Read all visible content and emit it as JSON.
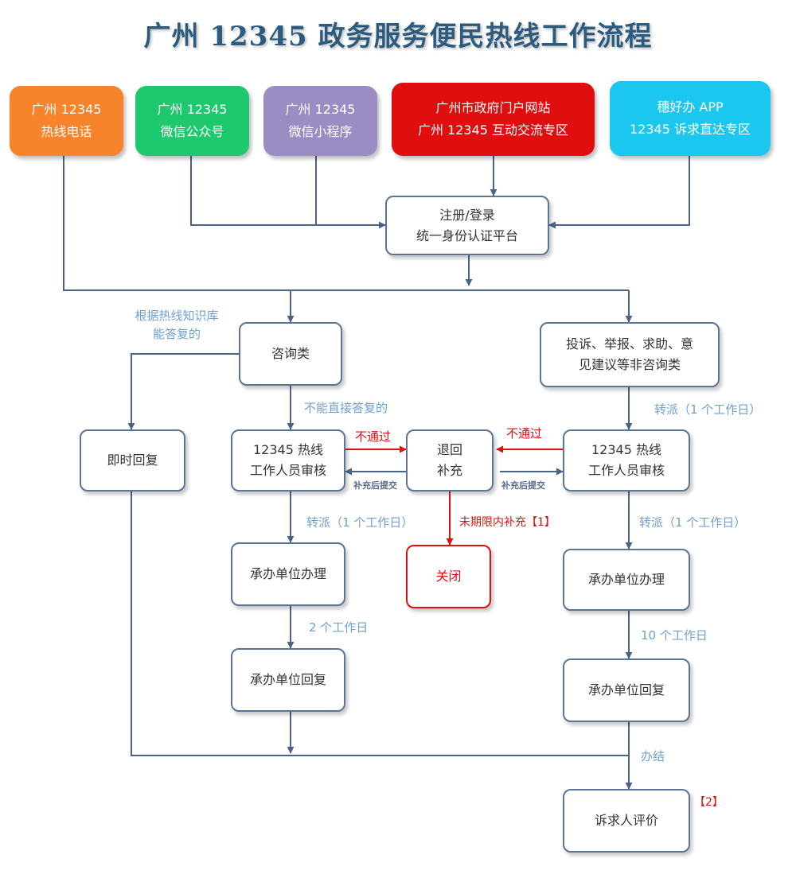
{
  "title": "广州 12345 政务服务便民热线工作流程",
  "sources": [
    {
      "line1": "广州 12345",
      "line2": "热线电话",
      "color": "#f7842a"
    },
    {
      "line1": "广州 12345",
      "line2": "微信公众号",
      "color": "#1ec86e"
    },
    {
      "line1": "广州 12345",
      "line2": "微信小程序",
      "color": "#9b8cc4"
    },
    {
      "line1": "广州市政府门户网站",
      "line2": "广州 12345 互动交流专区",
      "color": "#e00e0e"
    },
    {
      "line1": "穗好办 APP",
      "line2": "12345 诉求直达专区",
      "color": "#1cc7ef"
    }
  ],
  "nodes": {
    "auth": {
      "line1": "注册/登录",
      "line2": "统一身份认证平台"
    },
    "consult": {
      "line1": "咨询类"
    },
    "complaint": {
      "line1": "投诉、举报、求助、意",
      "line2": "见建议等非咨询类"
    },
    "instant": {
      "line1": "即时回复"
    },
    "review_left": {
      "line1": "12345 热线",
      "line2": "工作人员审核"
    },
    "supplement": {
      "line1": "退回",
      "line2": "补充"
    },
    "review_right": {
      "line1": "12345 热线",
      "line2": "工作人员审核"
    },
    "handle_left": {
      "line1": "承办单位办理"
    },
    "close": {
      "line1": "关闭"
    },
    "handle_right": {
      "line1": "承办单位办理"
    },
    "reply_left": {
      "line1": "承办单位回复"
    },
    "reply_right": {
      "line1": "承办单位回复"
    },
    "evaluate": {
      "line1": "诉求人评价"
    }
  },
  "labels": {
    "knowledge": "根据热线知识库能答复的",
    "cannot_direct": "不能直接答复的",
    "dispatch_right_top": "转派（1 个工作日）",
    "reject_left": "不通过",
    "reject_right": "不通过",
    "resubmit_left": "补充后提交",
    "resubmit_right": "补充后提交",
    "dispatch_left": "转派（1 个工作日）",
    "overdue": "未期限内补充【1】",
    "dispatch_right": "转派（1 个工作日）",
    "days_2": "2 个工作日",
    "days_10": "10 个工作日",
    "done": "办结",
    "note_2": "【2】"
  },
  "colors": {
    "node_border": "#5a7595",
    "arrow": "#4a6488",
    "reject": "#e01010",
    "label": "#6fa0d4"
  }
}
